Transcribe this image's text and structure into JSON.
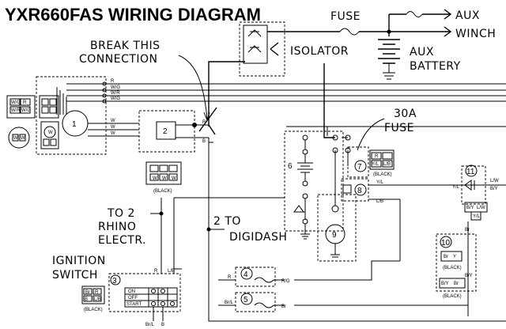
{
  "title": "YXR660FAS WIRING DIAGRAM",
  "annotations": {
    "fuse": "FUSE",
    "aux1": "AUX",
    "aux2": "WINCH",
    "break1": "BREAK THIS",
    "break2": "CONNECTION",
    "isolator": "ISOLATOR",
    "battery1": "AUX",
    "battery2": "BATTERY",
    "fuse30a_1": "30A",
    "fuse30a_2": "FUSE",
    "rhino1": "TO 2",
    "rhino2": "RHINO",
    "rhino3": "ELECTR.",
    "digidash1": "2 TO",
    "digidash2": "DIGIDASH",
    "ign1": "IGNITION",
    "ign2": "SWITCH"
  },
  "wires": {
    "r": "R",
    "wg": "W/G",
    "wr": "W/R",
    "w": "W",
    "b": "B",
    "yl": "Y/L",
    "lb": "L/B",
    "lw": "L/W",
    "by": "B/Y",
    "rg": "R/G",
    "br": "Br",
    "brl": "Br/L"
  },
  "components": {
    "c1": "1",
    "c2": "2",
    "c3": "3",
    "c4": "4",
    "c5": "5",
    "c6": "6",
    "c7": "7",
    "c8": "8",
    "c9": "9",
    "c10": "10",
    "c11": "11"
  },
  "connectors": {
    "black1": "(BLACK)",
    "black2": "(BLACK)",
    "black3": "(BLACK)",
    "black4": "(BLACK)",
    "black5": "(BLACK)"
  },
  "switch_table": {
    "on": "ON",
    "off": "OFF",
    "start": "START"
  }
}
